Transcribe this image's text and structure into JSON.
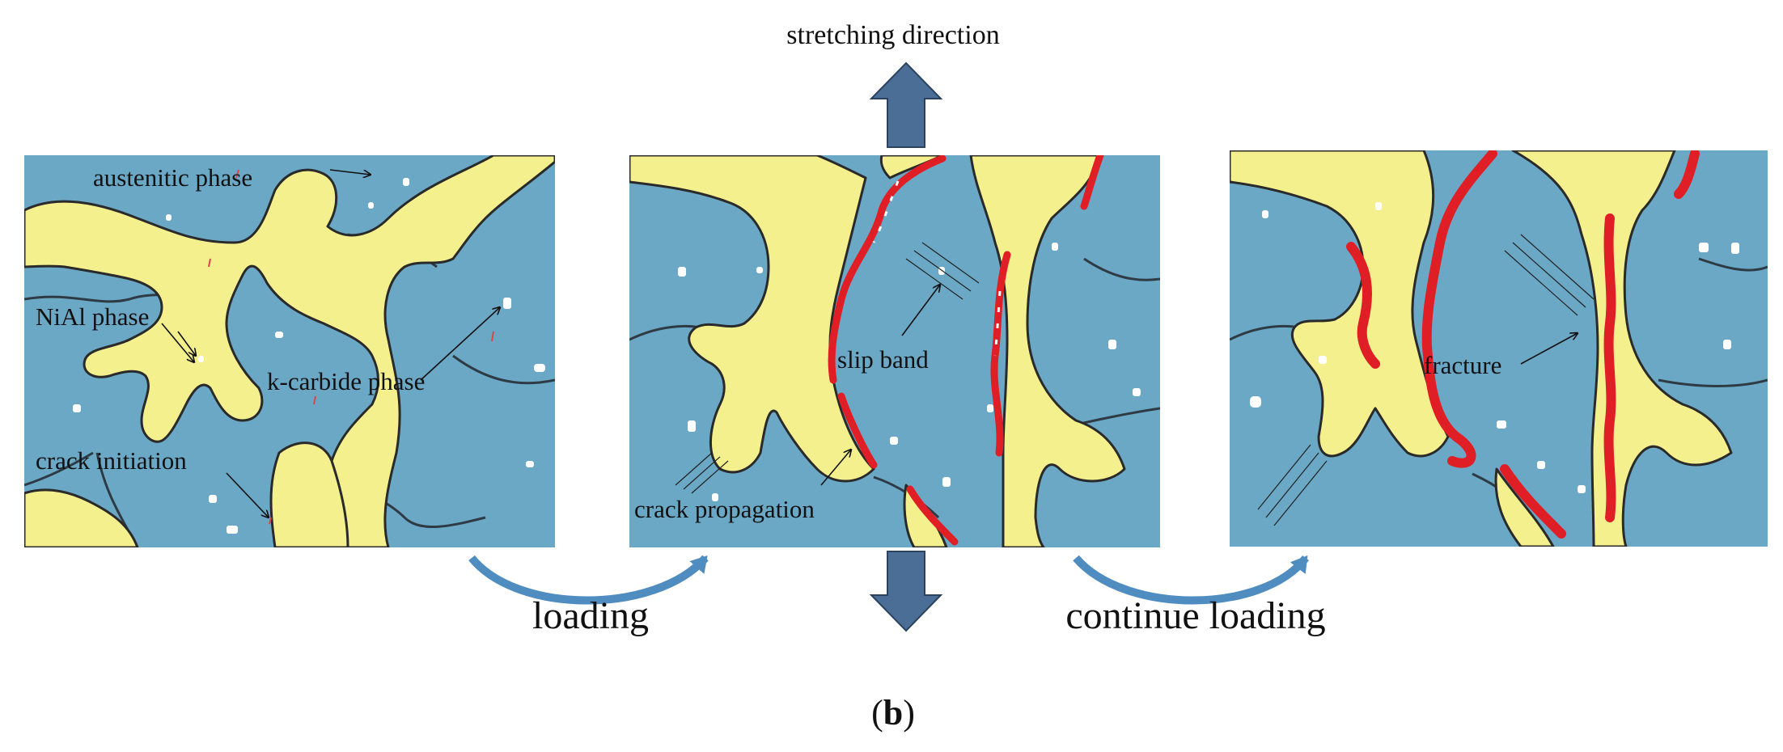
{
  "top_label": "stretching direction",
  "panels": [
    {
      "id": "initial",
      "labels": [
        "austenitic phase",
        "NiAl phase",
        "k-carbide phase",
        "crack initiation"
      ]
    },
    {
      "id": "loaded",
      "labels": [
        "slip band",
        "crack propagation"
      ]
    },
    {
      "id": "continued",
      "labels": [
        "fracture"
      ]
    }
  ],
  "transitions": [
    "loading",
    "continue loading"
  ],
  "caption": {
    "open": "(",
    "letter": "b",
    "close": ")"
  },
  "colors": {
    "matrix": "#6aa8c6",
    "nial": "#f4f08e",
    "crack": "#e01e25",
    "arrow_fill": "#4a6e96",
    "curve_arrow": "#4f8cc0",
    "grain_boundary": "#333333"
  }
}
